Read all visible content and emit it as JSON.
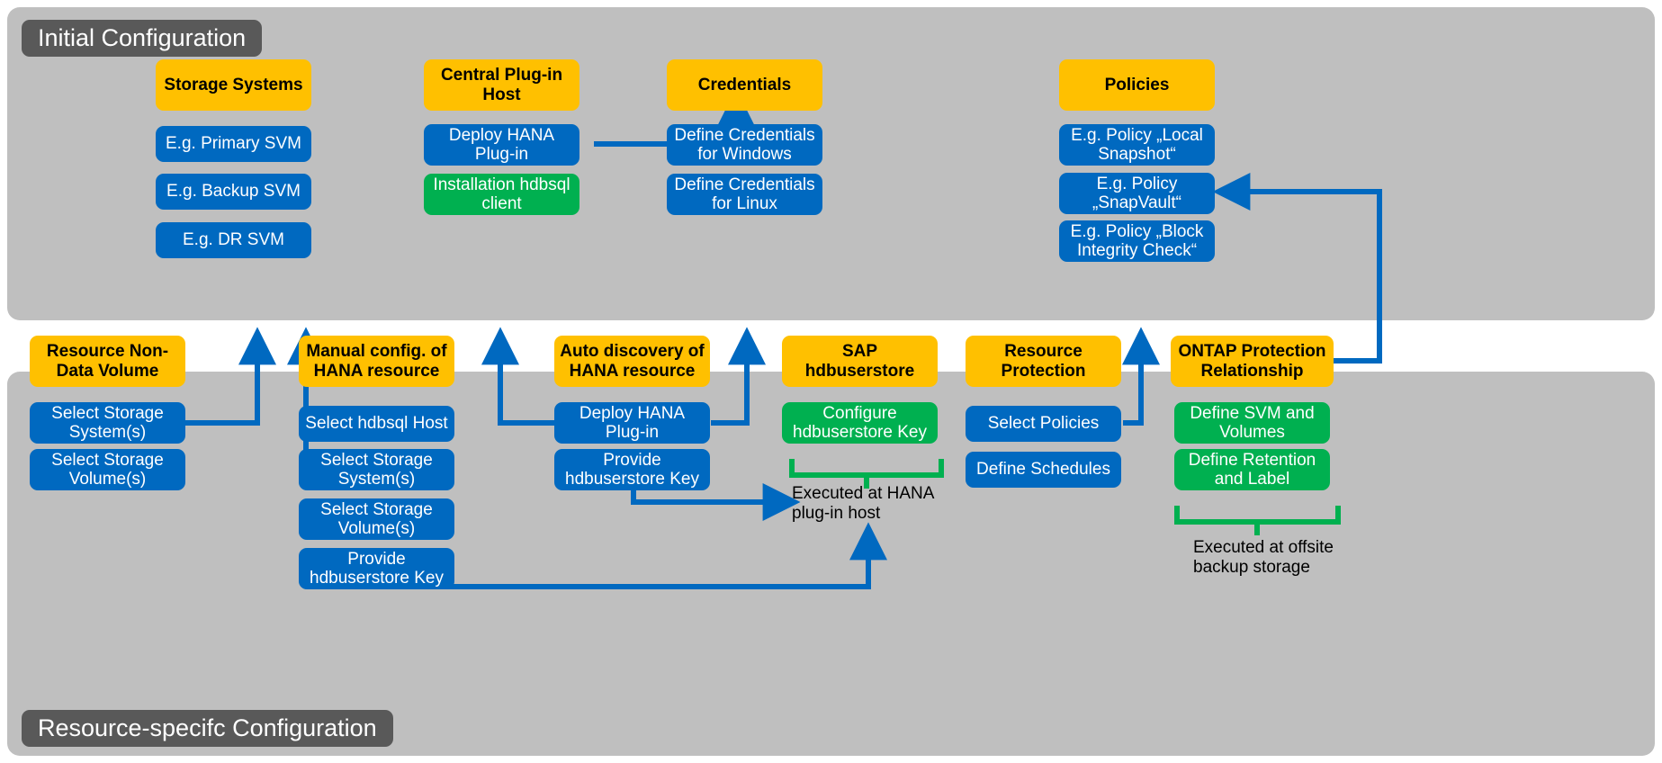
{
  "diagram": {
    "title_top": "Initial Configuration",
    "title_bottom": "Resource-specifc Configuration",
    "colors": {
      "panel": "#bfbfbf",
      "label": "#595959",
      "header": "#ffc000",
      "step": "#0069c0",
      "green": "#00b050",
      "arrow": "#0069c0",
      "brace": "#00b050",
      "text_light": "#ffffff",
      "text_dark": "#000000"
    },
    "groups": [
      {
        "id": "storage-systems",
        "header": "Storage Systems",
        "items": [
          {
            "label": "E.g. Primary SVM",
            "kind": "step"
          },
          {
            "label": "E.g. Backup SVM",
            "kind": "step"
          },
          {
            "label": "E.g. DR SVM",
            "kind": "step"
          }
        ]
      },
      {
        "id": "central-plugin-host",
        "header": "Central Plug-in Host",
        "items": [
          {
            "label": "Deploy HANA Plug-in",
            "kind": "step"
          },
          {
            "label": "Installation hdbsql client",
            "kind": "green"
          }
        ]
      },
      {
        "id": "credentials",
        "header": "Credentials",
        "items": [
          {
            "label": "Define Credentials for Windows",
            "kind": "step"
          },
          {
            "label": "Define Credentials for Linux",
            "kind": "step"
          }
        ]
      },
      {
        "id": "policies",
        "header": "Policies",
        "items": [
          {
            "label": "E.g. Policy „Local Snapshot“",
            "kind": "step"
          },
          {
            "label": "E.g. Policy „SnapVault“",
            "kind": "step"
          },
          {
            "label": "E.g. Policy „Block Integrity Check“",
            "kind": "step"
          }
        ]
      },
      {
        "id": "resource-non-data-volume",
        "header": "Resource Non-Data Volume",
        "items": [
          {
            "label": "Select Storage System(s)",
            "kind": "step"
          },
          {
            "label": "Select Storage Volume(s)",
            "kind": "step"
          }
        ]
      },
      {
        "id": "manual-config-hana-resource",
        "header": "Manual config. of HANA resource",
        "items": [
          {
            "label": "Select hdbsql Host",
            "kind": "step"
          },
          {
            "label": "Select Storage System(s)",
            "kind": "step"
          },
          {
            "label": "Select Storage Volume(s)",
            "kind": "step"
          },
          {
            "label": "Provide hdbuserstore Key",
            "kind": "step"
          }
        ]
      },
      {
        "id": "auto-discovery-hana-resource",
        "header": "Auto discovery of HANA resource",
        "items": [
          {
            "label": "Deploy HANA Plug-in",
            "kind": "step"
          },
          {
            "label": "Provide hdbuserstore Key",
            "kind": "step"
          }
        ]
      },
      {
        "id": "sap-hdbuserstore",
        "header": "SAP hdbuserstore",
        "items": [
          {
            "label": "Configure hdbuserstore Key",
            "kind": "green"
          }
        ]
      },
      {
        "id": "resource-protection",
        "header": "Resource Protection",
        "items": [
          {
            "label": "Select Policies",
            "kind": "step"
          },
          {
            "label": "Define Schedules",
            "kind": "step"
          }
        ]
      },
      {
        "id": "ontap-protection-relationship",
        "header": "ONTAP Protection Relationship",
        "items": [
          {
            "label": "Define SVM and Volumes",
            "kind": "green"
          },
          {
            "label": "Define Retention and Label",
            "kind": "green"
          }
        ]
      }
    ],
    "annotations": [
      {
        "id": "executed-hana-plugin-host",
        "text": "Executed at HANA\nplug-in host"
      },
      {
        "id": "executed-offsite-backup-storage",
        "text": "Executed at offsite\nbackup storage"
      }
    ]
  }
}
